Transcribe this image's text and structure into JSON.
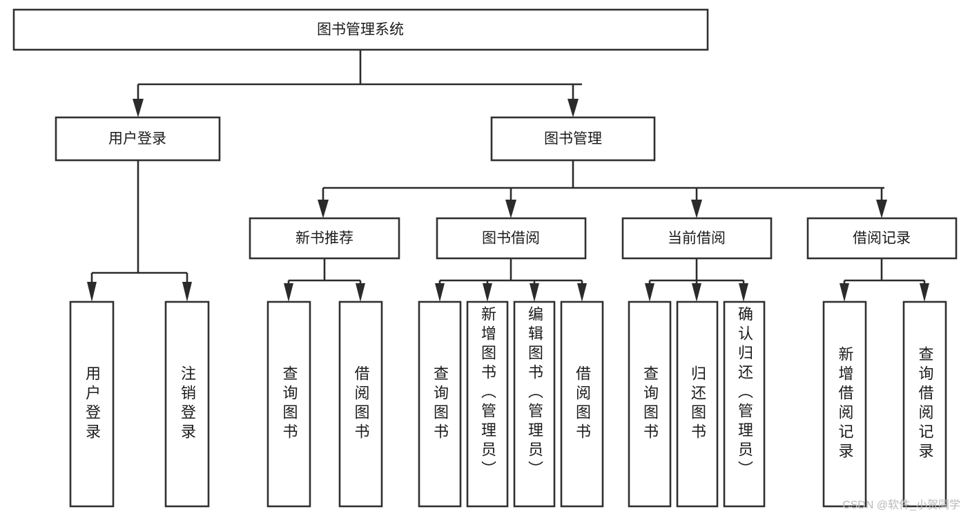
{
  "diagram": {
    "type": "hierarchy-tree",
    "title": "图书管理系统",
    "orientation": "top-down",
    "colors": {
      "box_fill": "#ffffff",
      "box_stroke": "#30302f",
      "connector": "#2b2b2b",
      "label_text": "#1b1b1b",
      "watermark": "#b9b9b9"
    },
    "levels": {
      "level0": "系统",
      "level1": "模块",
      "level2": "子模块",
      "level3": "功能"
    }
  },
  "root": {
    "id": "root",
    "label": "图书管理系统"
  },
  "level1": [
    {
      "id": "user-login",
      "label": "用户登录"
    },
    {
      "id": "book-manage",
      "label": "图书管理"
    }
  ],
  "level2": [
    {
      "id": "new-book-recommend",
      "label": "新书推荐",
      "parent": "book-manage"
    },
    {
      "id": "book-borrow",
      "label": "图书借阅",
      "parent": "book-manage"
    },
    {
      "id": "current-borrow",
      "label": "当前借阅",
      "parent": "book-manage"
    },
    {
      "id": "borrow-record",
      "label": "借阅记录",
      "parent": "book-manage"
    }
  ],
  "leaves": {
    "user-login": [
      {
        "id": "leaf-user-login",
        "label": "用户登录"
      },
      {
        "id": "leaf-logout-login",
        "label": "注销登录"
      }
    ],
    "new-book-recommend": [
      {
        "id": "leaf-query-book-1",
        "label": "查询图书"
      },
      {
        "id": "leaf-borrow-book-1",
        "label": "借阅图书"
      }
    ],
    "book-borrow": [
      {
        "id": "leaf-query-book-2",
        "label": "查询图书"
      },
      {
        "id": "leaf-add-book",
        "label": "新增图书（管理员）"
      },
      {
        "id": "leaf-edit-book",
        "label": "编辑图书（管理员）"
      },
      {
        "id": "leaf-borrow-book-2",
        "label": "借阅图书"
      }
    ],
    "current-borrow": [
      {
        "id": "leaf-query-book-3",
        "label": "查询图书"
      },
      {
        "id": "leaf-return-book",
        "label": "归还图书"
      },
      {
        "id": "leaf-confirm-return",
        "label": "确认归还（管理员）"
      }
    ],
    "borrow-record": [
      {
        "id": "leaf-add-record",
        "label": "新增借阅记录"
      },
      {
        "id": "leaf-query-record",
        "label": "查询借阅记录"
      }
    ]
  },
  "watermark": {
    "label": "CSDN @软件_小贺同学"
  }
}
